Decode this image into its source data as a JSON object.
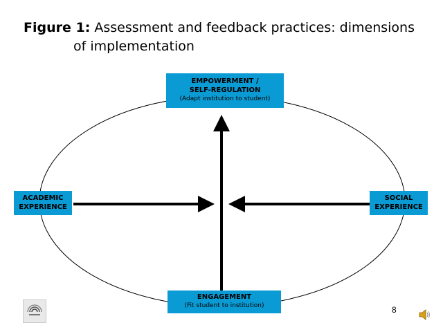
{
  "slide": {
    "figure_label": "Figure 1",
    "title_line1": "Assessment and feedback practices: dimensions",
    "title_line2": "of implementation",
    "page_number": "8"
  },
  "diagram": {
    "top_box": {
      "main": "EMPOWERMENT /\nSELF-REGULATION",
      "sub": "(Adapt institution to student)"
    },
    "bottom_box": {
      "main": "ENGAGEMENT",
      "sub": "(Fit student to institution)"
    },
    "left_box": {
      "main": "ACADEMIC\nEXPERIENCE"
    },
    "right_box": {
      "main": "SOCIAL\nEXPERIENCE"
    },
    "box_color": "#0b9bd4"
  },
  "icons": {
    "logo": "institution-logo-icon",
    "audio": "speaker-icon"
  }
}
